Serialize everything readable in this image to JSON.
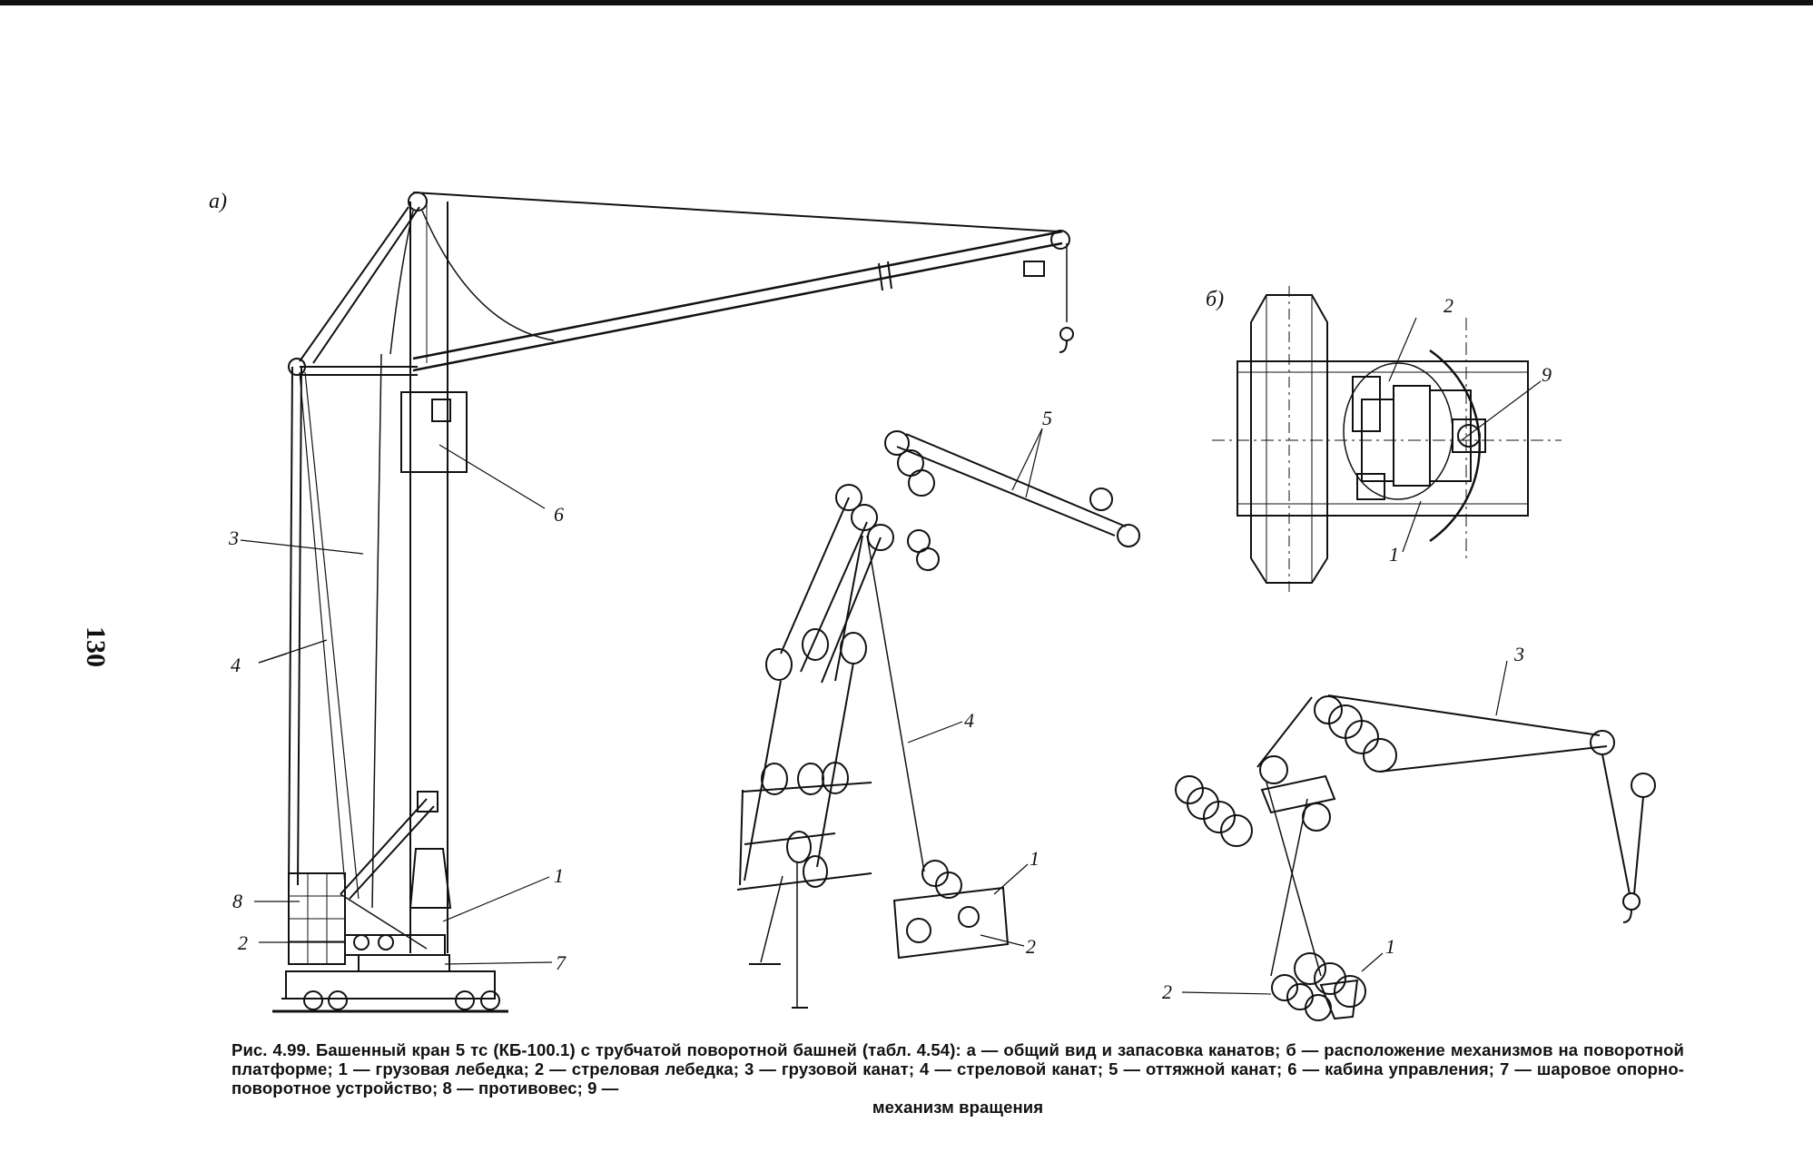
{
  "page_number": "130",
  "subfigures": {
    "a": "а)",
    "b": "б)"
  },
  "labels": {
    "main_1": "1",
    "main_2": "2",
    "main_3": "3",
    "main_4": "4",
    "main_6": "6",
    "main_7": "7",
    "main_8": "8",
    "reeve_5": "5",
    "reeve_4": "4",
    "reeve_1": "1",
    "reeve_2": "2",
    "plan_2": "2",
    "plan_9": "9",
    "plan_1": "1",
    "hoist_3": "3",
    "hoist_1": "1",
    "hoist_2": "2"
  },
  "caption": {
    "line1": "Рис. 4.99. Башенный кран 5 тс (КБ-100.1) с трубчатой поворотной башней (табл. 4.54): а — общий вид и запасовка канатов;",
    "line2": "б — расположение механизмов на поворотной платформе; 1 — грузовая лебедка; 2 — стреловая лебедка; 3 — грузовой канат; 4 —",
    "line3": "стреловой канат; 5 — оттяжной канат; 6 — кабина управления; 7 — шаровое опорно-поворотное устройство; 8 — противовес; 9 —",
    "line4": "механизм вращения"
  }
}
